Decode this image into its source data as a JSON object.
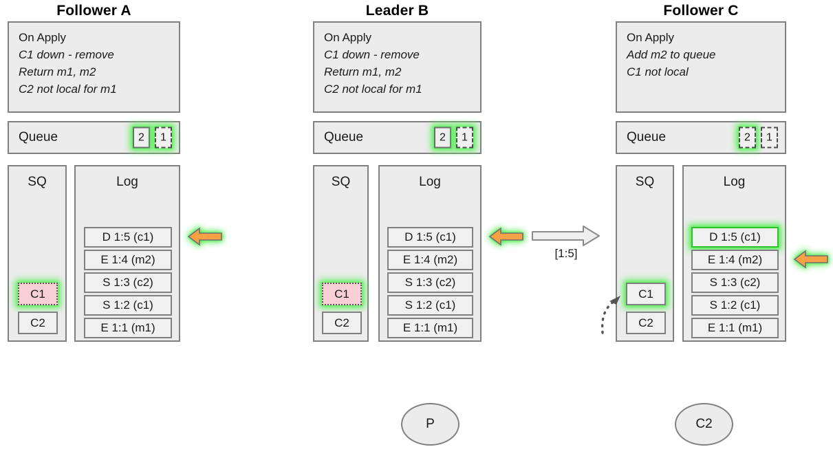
{
  "colors": {
    "box_fill": "#ececec",
    "entry_fill": "#f0f0f0",
    "border": "#808080",
    "glow": "#5cf05c",
    "arrow_orange": "#f5a144",
    "pink": "#f8cfd4",
    "green_border": "#2fbf2f"
  },
  "panels": [
    {
      "title": "Follower A",
      "apply": {
        "header": "On Apply",
        "lines": [
          "C1 down - remove",
          "Return m1, m2",
          "C2 not local for m1"
        ]
      },
      "queue": {
        "label": "Queue",
        "slots": [
          {
            "value": "2",
            "style": "solid",
            "glow": true
          },
          {
            "value": "1",
            "style": "dashed",
            "glow": true
          }
        ]
      },
      "sq": {
        "title": "SQ",
        "items": [
          {
            "value": "C1",
            "style": "pink",
            "glow": true
          },
          {
            "value": "C2",
            "style": "plain",
            "glow": false
          }
        ]
      },
      "log": {
        "title": "Log",
        "entries": [
          {
            "value": "D 1:5 (c1)",
            "glow": false
          },
          {
            "value": "E 1:4 (m2)",
            "glow": false
          },
          {
            "value": "S 1:3 (c2)",
            "glow": false
          },
          {
            "value": "S 1:2 (c1)",
            "glow": false
          },
          {
            "value": "E 1:1 (m1)",
            "glow": false
          }
        ]
      },
      "pointer": {
        "icon": "left-arrow-icon",
        "target_row": 0
      }
    },
    {
      "title": "Leader B",
      "apply": {
        "header": "On Apply",
        "lines": [
          "C1 down - remove",
          "Return m1, m2",
          "C2 not local for m1"
        ]
      },
      "queue": {
        "label": "Queue",
        "slots": [
          {
            "value": "2",
            "style": "solid",
            "glow": true
          },
          {
            "value": "1",
            "style": "dashed",
            "glow": true
          }
        ]
      },
      "sq": {
        "title": "SQ",
        "items": [
          {
            "value": "C1",
            "style": "pink",
            "glow": true
          },
          {
            "value": "C2",
            "style": "plain",
            "glow": false
          }
        ]
      },
      "log": {
        "title": "Log",
        "entries": [
          {
            "value": "D 1:5 (c1)",
            "glow": false
          },
          {
            "value": "E 1:4 (m2)",
            "glow": false
          },
          {
            "value": "S 1:3 (c2)",
            "glow": false
          },
          {
            "value": "S 1:2 (c1)",
            "glow": false
          },
          {
            "value": "E 1:1 (m1)",
            "glow": false
          }
        ]
      },
      "pointer": {
        "icon": "left-arrow-icon",
        "target_row": 0
      }
    },
    {
      "title": "Follower C",
      "apply": {
        "header": "On Apply",
        "lines": [
          "Add m2 to queue",
          "C1 not local"
        ]
      },
      "queue": {
        "label": "Queue",
        "slots": [
          {
            "value": "2",
            "style": "dashed",
            "glow": true
          },
          {
            "value": "1",
            "style": "dashed",
            "glow": false
          }
        ]
      },
      "sq": {
        "title": "SQ",
        "items": [
          {
            "value": "C1",
            "style": "plain",
            "glow": true
          },
          {
            "value": "C2",
            "style": "plain",
            "glow": false
          }
        ]
      },
      "log": {
        "title": "Log",
        "entries": [
          {
            "value": "D 1:5 (c1)",
            "glow": true
          },
          {
            "value": "E 1:4 (m2)",
            "glow": false
          },
          {
            "value": "S 1:3 (c2)",
            "glow": false
          },
          {
            "value": "S 1:2 (c1)",
            "glow": false
          },
          {
            "value": "E 1:1 (m1)",
            "glow": false
          }
        ]
      },
      "pointer": {
        "icon": "left-arrow-icon",
        "target_row": 1
      }
    }
  ],
  "transfer": {
    "label": "[1:5]",
    "direction": "right",
    "icon": "hollow-right-arrow-icon"
  },
  "nodes": [
    {
      "label": "P"
    },
    {
      "label": "C2"
    }
  ]
}
